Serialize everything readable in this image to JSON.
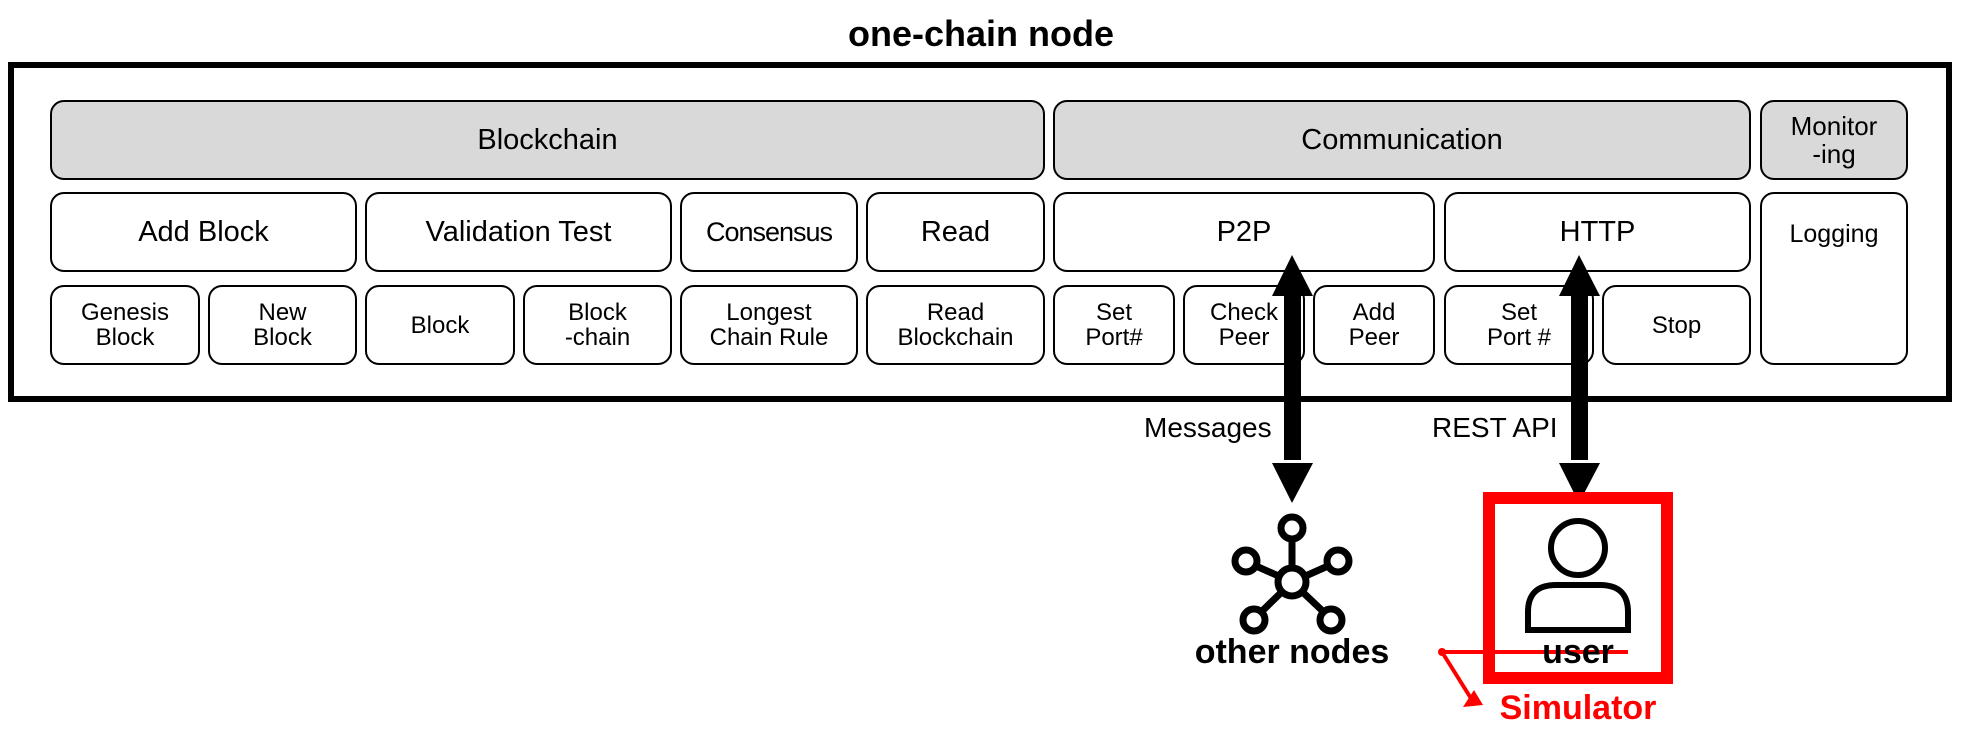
{
  "title": "one-chain node",
  "headers": {
    "blockchain": "Blockchain",
    "communication": "Communication",
    "monitoring": "Monitor\n-ing"
  },
  "modules": {
    "add_block": "Add Block",
    "validation_test": "Validation Test",
    "consensus": "Consensus",
    "read": "Read",
    "p2p": "P2P",
    "http": "HTTP",
    "logging": "Logging"
  },
  "functions": {
    "genesis_block": "Genesis\nBlock",
    "new_block": "New\nBlock",
    "block": "Block",
    "blockchain": "Block\n-chain",
    "longest_chain_rule": "Longest\nChain Rule",
    "read_blockchain": "Read\nBlockchain",
    "set_port_p2p": "Set\nPort#",
    "check_peer": "Check\nPeer",
    "add_peer": "Add\nPeer",
    "set_port_http": "Set\nPort #",
    "stop": "Stop"
  },
  "links": {
    "messages": "Messages",
    "rest_api": "REST API"
  },
  "actors": {
    "other_nodes": "other nodes",
    "user": "user",
    "simulator": "Simulator"
  },
  "icons": {
    "network": "network-hub-icon",
    "user": "user-person-icon"
  },
  "colors": {
    "header_fill": "#d9d9d9",
    "simulator": "#ff0000"
  }
}
